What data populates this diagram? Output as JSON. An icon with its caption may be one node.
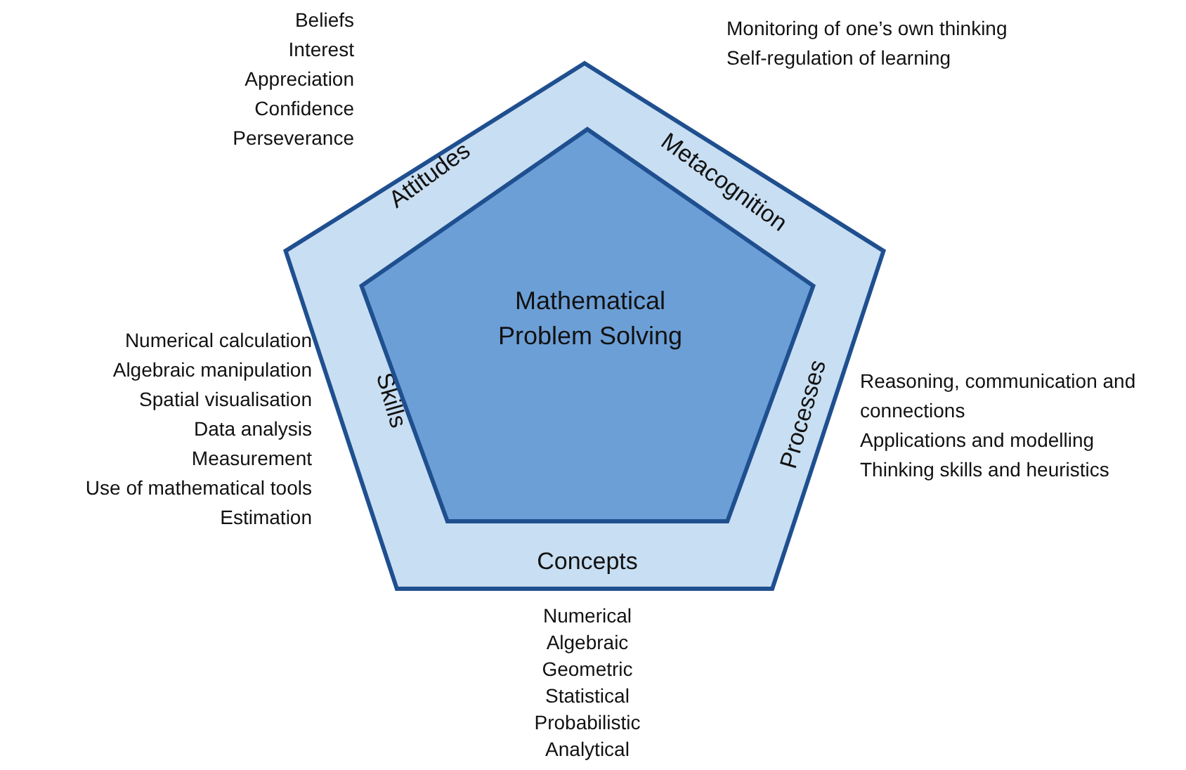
{
  "diagram": {
    "nodes": [
      {
        "text": [
          "Attitudes",
          "Metacognition",
          "Skills",
          "Processes",
          "Concepts"
        ]
      },
      {
        "text": [
          "Mathematical Problem Solving"
        ],
        "in": 0
      }
    ],
    "labels": [
      "Beliefs",
      "Interest",
      "Appreciation",
      "Confidence",
      "Perseverance",
      "Monitoring of one’s own thinking",
      "Self-regulation of learning",
      "Numerical calculation",
      "Algebraic manipulation",
      "Spatial visualisation",
      "Data analysis",
      "Measurement",
      "Use of mathematical tools",
      "Estimation",
      "Reasoning, communication and connections",
      "Applications and modelling",
      "Thinking skills and heuristics",
      "Numerical",
      "Algebraic",
      "Geometric",
      "Statistical",
      "Probabilistic",
      "Analytical"
    ]
  }
}
